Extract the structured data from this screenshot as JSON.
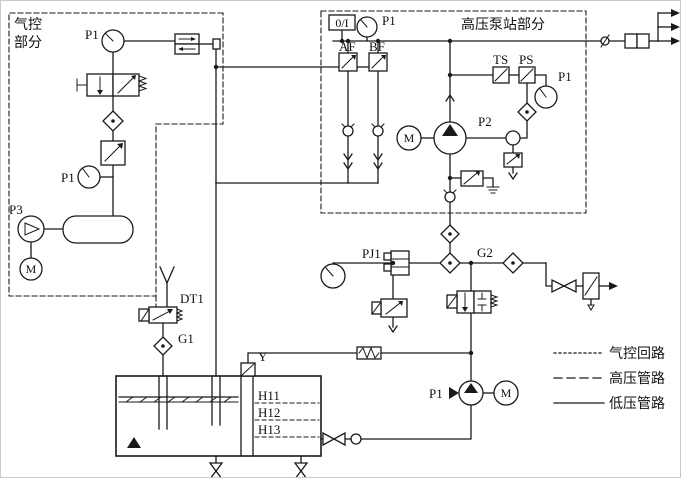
{
  "diagram": {
    "pneumatic_section": {
      "title_line1": "气控",
      "title_line2": "部分"
    },
    "pump_station_section": {
      "title": "高压泵站部分"
    },
    "labels": {
      "power_switch": "0/I",
      "p1": "P1",
      "p2": "P2",
      "p3": "P3",
      "af": "AF",
      "bf": "BF",
      "ts": "TS",
      "ps": "PS",
      "pj1": "PJ1",
      "g1": "G1",
      "g2": "G2",
      "dt1": "DT1",
      "y": "Y",
      "h11": "H11",
      "h12": "H12",
      "h13": "H13",
      "motor": "M"
    },
    "legend": [
      {
        "style": "dotted",
        "label": "气控回路"
      },
      {
        "style": "dashed",
        "label": "高压管路"
      },
      {
        "style": "solid",
        "label": "低压管路"
      }
    ],
    "colors": {
      "ink": "#1a1a1a",
      "paper": "#ffffff"
    }
  }
}
